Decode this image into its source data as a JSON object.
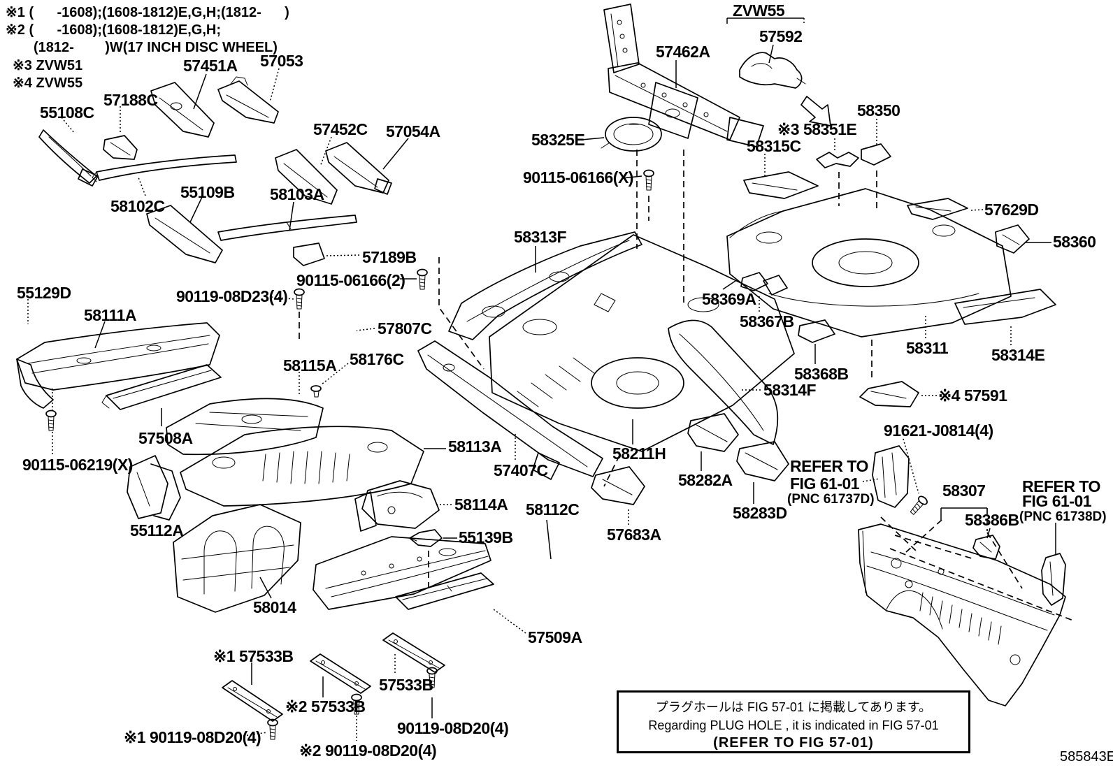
{
  "page": {
    "background": "#ffffff",
    "ink": "#000000"
  },
  "notes": [
    "※1 (      -1608);(1608-1812)E,G,H;(1812-      )",
    "※2 (      -1608);(1608-1812)E,G,H;",
    "(1812-        )W(17 INCH DISC WHEEL)",
    "※3 ZVW51",
    "※4 ZVW55"
  ],
  "bracket_label": "ZVW55",
  "labels": [
    {
      "id": "57451A",
      "text": "57451A"
    },
    {
      "id": "57053",
      "text": "57053"
    },
    {
      "id": "55108C",
      "text": "55108C"
    },
    {
      "id": "57188C",
      "text": "57188C"
    },
    {
      "id": "57452C",
      "text": "57452C"
    },
    {
      "id": "57054A",
      "text": "57054A"
    },
    {
      "id": "58102C",
      "text": "58102C"
    },
    {
      "id": "55109B",
      "text": "55109B"
    },
    {
      "id": "58103A",
      "text": "58103A"
    },
    {
      "id": "57189B",
      "text": "57189B"
    },
    {
      "id": "90115-06166-2",
      "text": "90115-06166(2)"
    },
    {
      "id": "55129D",
      "text": "55129D"
    },
    {
      "id": "90119-08D23-4",
      "text": "90119-08D23(4)"
    },
    {
      "id": "58111A",
      "text": "58111A"
    },
    {
      "id": "57807C",
      "text": "57807C"
    },
    {
      "id": "58176C",
      "text": "58176C"
    },
    {
      "id": "58115A",
      "text": "58115A"
    },
    {
      "id": "57508A",
      "text": "57508A"
    },
    {
      "id": "90115-06219-X",
      "text": "90115-06219(X)"
    },
    {
      "id": "58113A",
      "text": "58113A"
    },
    {
      "id": "57407C",
      "text": "57407C"
    },
    {
      "id": "55112A",
      "text": "55112A"
    },
    {
      "id": "58114A",
      "text": "58114A"
    },
    {
      "id": "58112C",
      "text": "58112C"
    },
    {
      "id": "55139B",
      "text": "55139B"
    },
    {
      "id": "58014",
      "text": "58014"
    },
    {
      "id": "57509A",
      "text": "57509A"
    },
    {
      "id": "57533B-1",
      "text": "※1 57533B"
    },
    {
      "id": "57533B-2",
      "text": "※2 57533B"
    },
    {
      "id": "57533B-3",
      "text": "57533B"
    },
    {
      "id": "90119-08D20-4-1",
      "text": "※1 90119-08D20(4)"
    },
    {
      "id": "90119-08D20-4-2",
      "text": "※2 90119-08D20(4)"
    },
    {
      "id": "90119-08D20-4-3",
      "text": "90119-08D20(4)"
    },
    {
      "id": "57462A",
      "text": "57462A"
    },
    {
      "id": "zvw55",
      "text": "ZVW55"
    },
    {
      "id": "57592",
      "text": "57592"
    },
    {
      "id": "58325E",
      "text": "58325E"
    },
    {
      "id": "90115-06166-X",
      "text": "90115-06166(X)"
    },
    {
      "id": "58313F",
      "text": "58313F"
    },
    {
      "id": "58315C",
      "text": "58315C"
    },
    {
      "id": "58351E",
      "text": "※3 58351E"
    },
    {
      "id": "58350",
      "text": "58350"
    },
    {
      "id": "57629D",
      "text": "57629D"
    },
    {
      "id": "58360",
      "text": "58360"
    },
    {
      "id": "58369A",
      "text": "58369A"
    },
    {
      "id": "58367B",
      "text": "58367B"
    },
    {
      "id": "58311",
      "text": "58311"
    },
    {
      "id": "58314E",
      "text": "58314E"
    },
    {
      "id": "58368B",
      "text": "58368B"
    },
    {
      "id": "57591",
      "text": "※4 57591"
    },
    {
      "id": "58314F",
      "text": "58314F"
    },
    {
      "id": "58211H",
      "text": "58211H"
    },
    {
      "id": "58282A",
      "text": "58282A"
    },
    {
      "id": "58283D",
      "text": "58283D"
    },
    {
      "id": "refer1-l1",
      "text": "REFER TO"
    },
    {
      "id": "refer1-l2",
      "text": "FIG 61-01"
    },
    {
      "id": "refer1-l3",
      "text": "(PNC 61737D)"
    },
    {
      "id": "91621-J0814-4",
      "text": "91621-J0814(4)"
    },
    {
      "id": "58307",
      "text": "58307"
    },
    {
      "id": "58386B",
      "text": "58386B"
    },
    {
      "id": "refer2-l1",
      "text": "REFER TO"
    },
    {
      "id": "refer2-l2",
      "text": "FIG 61-01"
    },
    {
      "id": "refer2-l3",
      "text": "(PNC 61738D)"
    },
    {
      "id": "57683A",
      "text": "57683A"
    }
  ],
  "plug_note": {
    "jp": "プラグホールは FIG  57-01 に掲載してあります。",
    "en": "Regarding  PLUG  HOLE , it is indicated in  FIG  57-01",
    "ref": "(REFER TO FIG 57-01)"
  },
  "figure_code": "585843E"
}
